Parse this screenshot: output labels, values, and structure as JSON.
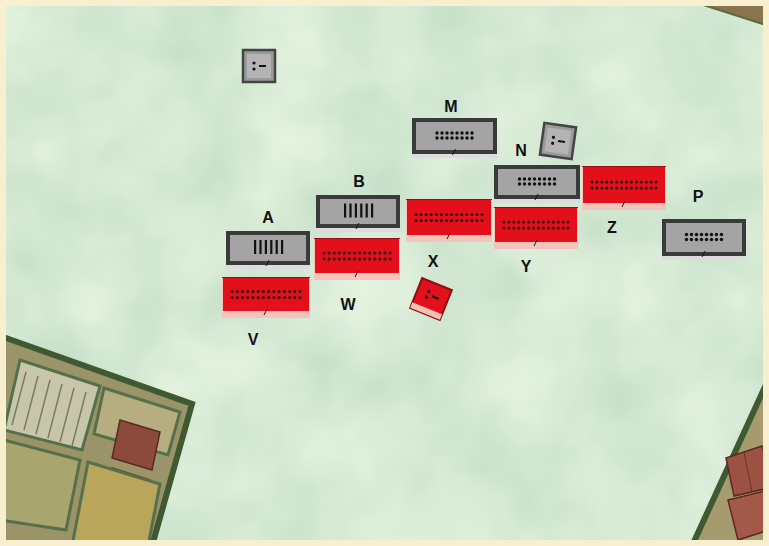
{
  "diagram": {
    "nodes": [
      {
        "text": [
          "M"
        ]
      },
      {
        "text": [
          "N"
        ]
      },
      {
        "text": [
          "B"
        ]
      },
      {
        "text": [
          "P"
        ]
      },
      {
        "text": [
          "A"
        ]
      },
      {
        "text": [
          "Z"
        ]
      },
      {
        "text": [
          "X"
        ]
      },
      {
        "text": [
          "Y"
        ]
      },
      {
        "text": [
          "W"
        ]
      },
      {
        "text": [
          "V"
        ]
      }
    ]
  }
}
